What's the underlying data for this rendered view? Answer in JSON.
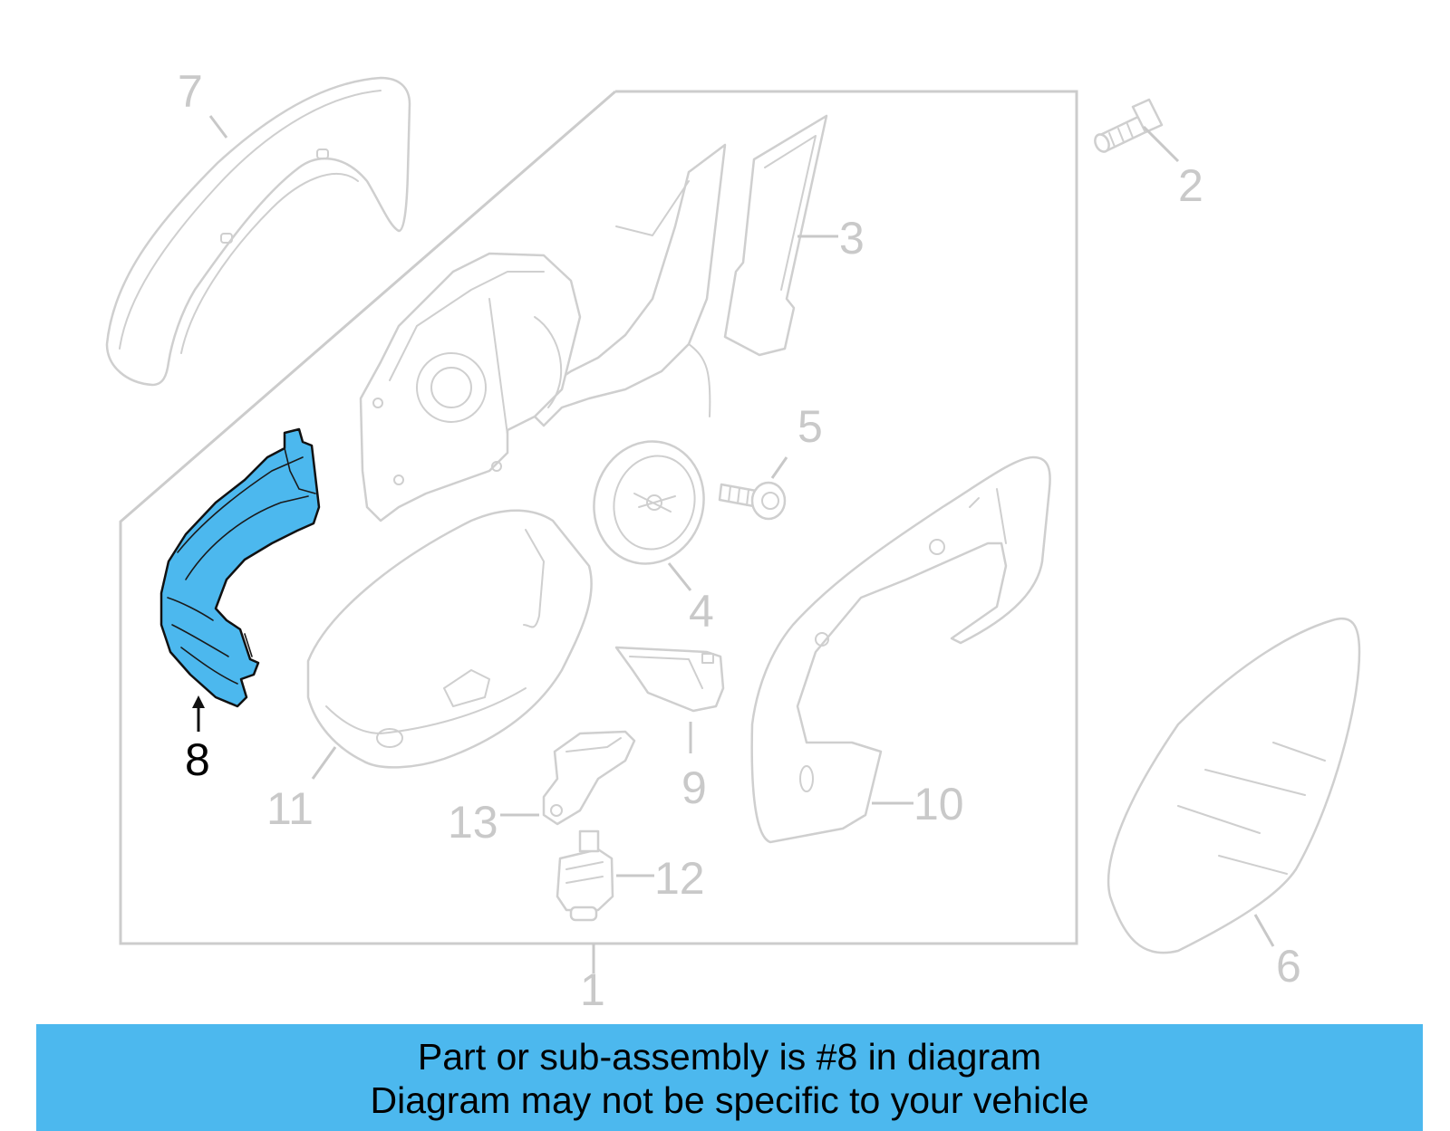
{
  "diagram": {
    "callouts": {
      "c1": "1",
      "c2": "2",
      "c3": "3",
      "c4": "4",
      "c5": "5",
      "c6": "6",
      "c7": "7",
      "c8": "8",
      "c9": "9",
      "c10": "10",
      "c11": "11",
      "c12": "12",
      "c13": "13"
    },
    "highlighted_part": "8",
    "highlight_color": "#4cb8ee",
    "line_color": "#cfcfcf"
  },
  "banner": {
    "line1": "Part or sub-assembly is #8 in diagram",
    "line2": "Diagram may not be specific to your vehicle",
    "background_color": "#4cb8ee"
  }
}
